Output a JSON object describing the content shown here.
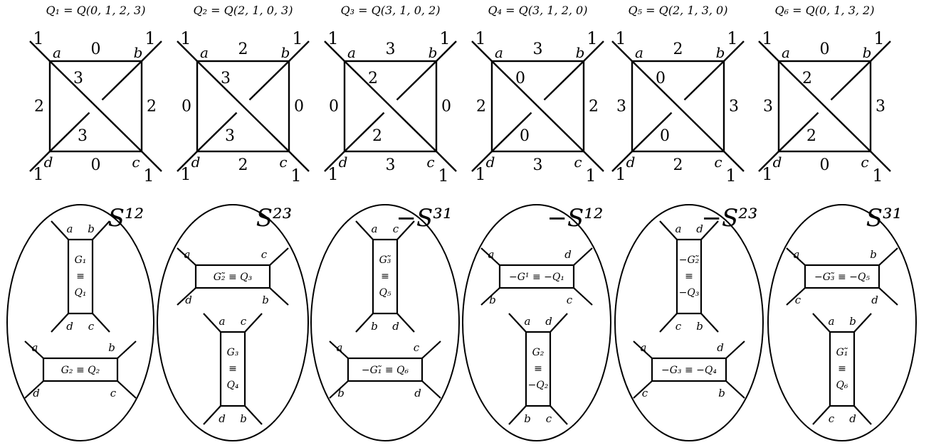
{
  "top_diagrams": [
    {
      "title": "Q₁ = Q(0, 1, 2, 3)",
      "externals": [
        "1",
        "1",
        "1",
        "1"
      ],
      "vertices": [
        "a",
        "b",
        "c",
        "d"
      ],
      "edges": {
        "top": "0",
        "bottom": "0",
        "left": "2",
        "right": "2",
        "diag_upper": "3",
        "diag_lower": "3"
      }
    },
    {
      "title": "Q₂ = Q(2, 1, 0, 3)",
      "externals": [
        "1",
        "1",
        "1",
        "1"
      ],
      "vertices": [
        "a",
        "b",
        "c",
        "d"
      ],
      "edges": {
        "top": "2",
        "bottom": "2",
        "left": "0",
        "right": "0",
        "diag_upper": "3",
        "diag_lower": "3"
      }
    },
    {
      "title": "Q₃ = Q(3, 1, 0, 2)",
      "externals": [
        "1",
        "1",
        "1",
        "1"
      ],
      "vertices": [
        "a",
        "b",
        "c",
        "d"
      ],
      "edges": {
        "top": "3",
        "bottom": "3",
        "left": "0",
        "right": "0",
        "diag_upper": "2",
        "diag_lower": "2"
      }
    },
    {
      "title": "Q₄ = Q(3, 1, 2, 0)",
      "externals": [
        "1",
        "1",
        "1",
        "1"
      ],
      "vertices": [
        "a",
        "b",
        "c",
        "d"
      ],
      "edges": {
        "top": "3",
        "bottom": "3",
        "left": "2",
        "right": "2",
        "diag_upper": "0",
        "diag_lower": "0"
      }
    },
    {
      "title": "Q₅ = Q(2, 1, 3, 0)",
      "externals": [
        "1",
        "1",
        "1",
        "1"
      ],
      "vertices": [
        "a",
        "b",
        "c",
        "d"
      ],
      "edges": {
        "top": "2",
        "bottom": "2",
        "left": "3",
        "right": "3",
        "diag_upper": "0",
        "diag_lower": "0"
      }
    },
    {
      "title": "Q₆ = Q(0, 1, 3, 2)",
      "externals": [
        "1",
        "1",
        "1",
        "1"
      ],
      "vertices": [
        "a",
        "b",
        "c",
        "d"
      ],
      "edges": {
        "top": "0",
        "bottom": "0",
        "left": "3",
        "right": "3",
        "diag_upper": "2",
        "diag_lower": "2"
      }
    }
  ],
  "bottom_groups": [
    {
      "label": "S¹²",
      "upper": {
        "orientation": "vertical",
        "content": [
          "G₁",
          "≡",
          "Q₁"
        ],
        "corners": {
          "tl": "a",
          "tr": "b",
          "bl": "d",
          "br": "c"
        }
      },
      "lower": {
        "orientation": "horizontal",
        "content": [
          "G₂ ≡ Q₂"
        ],
        "corners": {
          "tl": "a",
          "tr": "b",
          "bl": "d",
          "br": "c"
        }
      }
    },
    {
      "label": "S²³",
      "upper": {
        "orientation": "horizontal",
        "content": [
          "G₂̃ ≡ Q₃"
        ],
        "corners": {
          "tl": "a",
          "tr": "c",
          "bl": "d",
          "br": "b"
        }
      },
      "lower": {
        "orientation": "vertical",
        "content": [
          "G₃",
          "≡",
          "Q₄"
        ],
        "corners": {
          "tl": "a",
          "tr": "c",
          "bl": "d",
          "br": "b"
        }
      }
    },
    {
      "label": "−S³¹",
      "upper": {
        "orientation": "vertical",
        "content": [
          "G₃̃",
          "≡",
          "Q₅"
        ],
        "corners": {
          "tl": "a",
          "tr": "c",
          "bl": "b",
          "br": "d"
        }
      },
      "lower": {
        "orientation": "horizontal",
        "content": [
          "−G₁̃ ≡ Q₆"
        ],
        "corners": {
          "tl": "a",
          "tr": "c",
          "bl": "b",
          "br": "d"
        }
      }
    },
    {
      "label": "−S¹²",
      "upper": {
        "orientation": "horizontal",
        "content": [
          "−G¹ ≡ −Q₁"
        ],
        "corners": {
          "tl": "a",
          "tr": "d",
          "bl": "b",
          "br": "c"
        }
      },
      "lower": {
        "orientation": "vertical",
        "content": [
          "G₂",
          "≡",
          "−Q₂"
        ],
        "corners": {
          "tl": "a",
          "tr": "d",
          "bl": "b",
          "br": "c"
        }
      }
    },
    {
      "label": "−S²³",
      "upper": {
        "orientation": "vertical",
        "content": [
          "−G₂̃",
          "≡",
          "−Q₃"
        ],
        "corners": {
          "tl": "a",
          "tr": "d",
          "bl": "c",
          "br": "b"
        }
      },
      "lower": {
        "orientation": "horizontal",
        "content": [
          "−G₃ ≡ −Q₄"
        ],
        "corners": {
          "tl": "a",
          "tr": "d",
          "bl": "c",
          "br": "b"
        }
      }
    },
    {
      "label": "S³¹",
      "upper": {
        "orientation": "horizontal",
        "content": [
          "−G₃̃ ≡ −Q₅"
        ],
        "corners": {
          "tl": "a",
          "tr": "b",
          "bl": "c",
          "br": "d"
        }
      },
      "lower": {
        "orientation": "vertical",
        "content": [
          "G₁̃",
          "≡",
          "Q₆"
        ],
        "corners": {
          "tl": "a",
          "tr": "b",
          "bl": "c",
          "br": "d"
        }
      }
    }
  ]
}
